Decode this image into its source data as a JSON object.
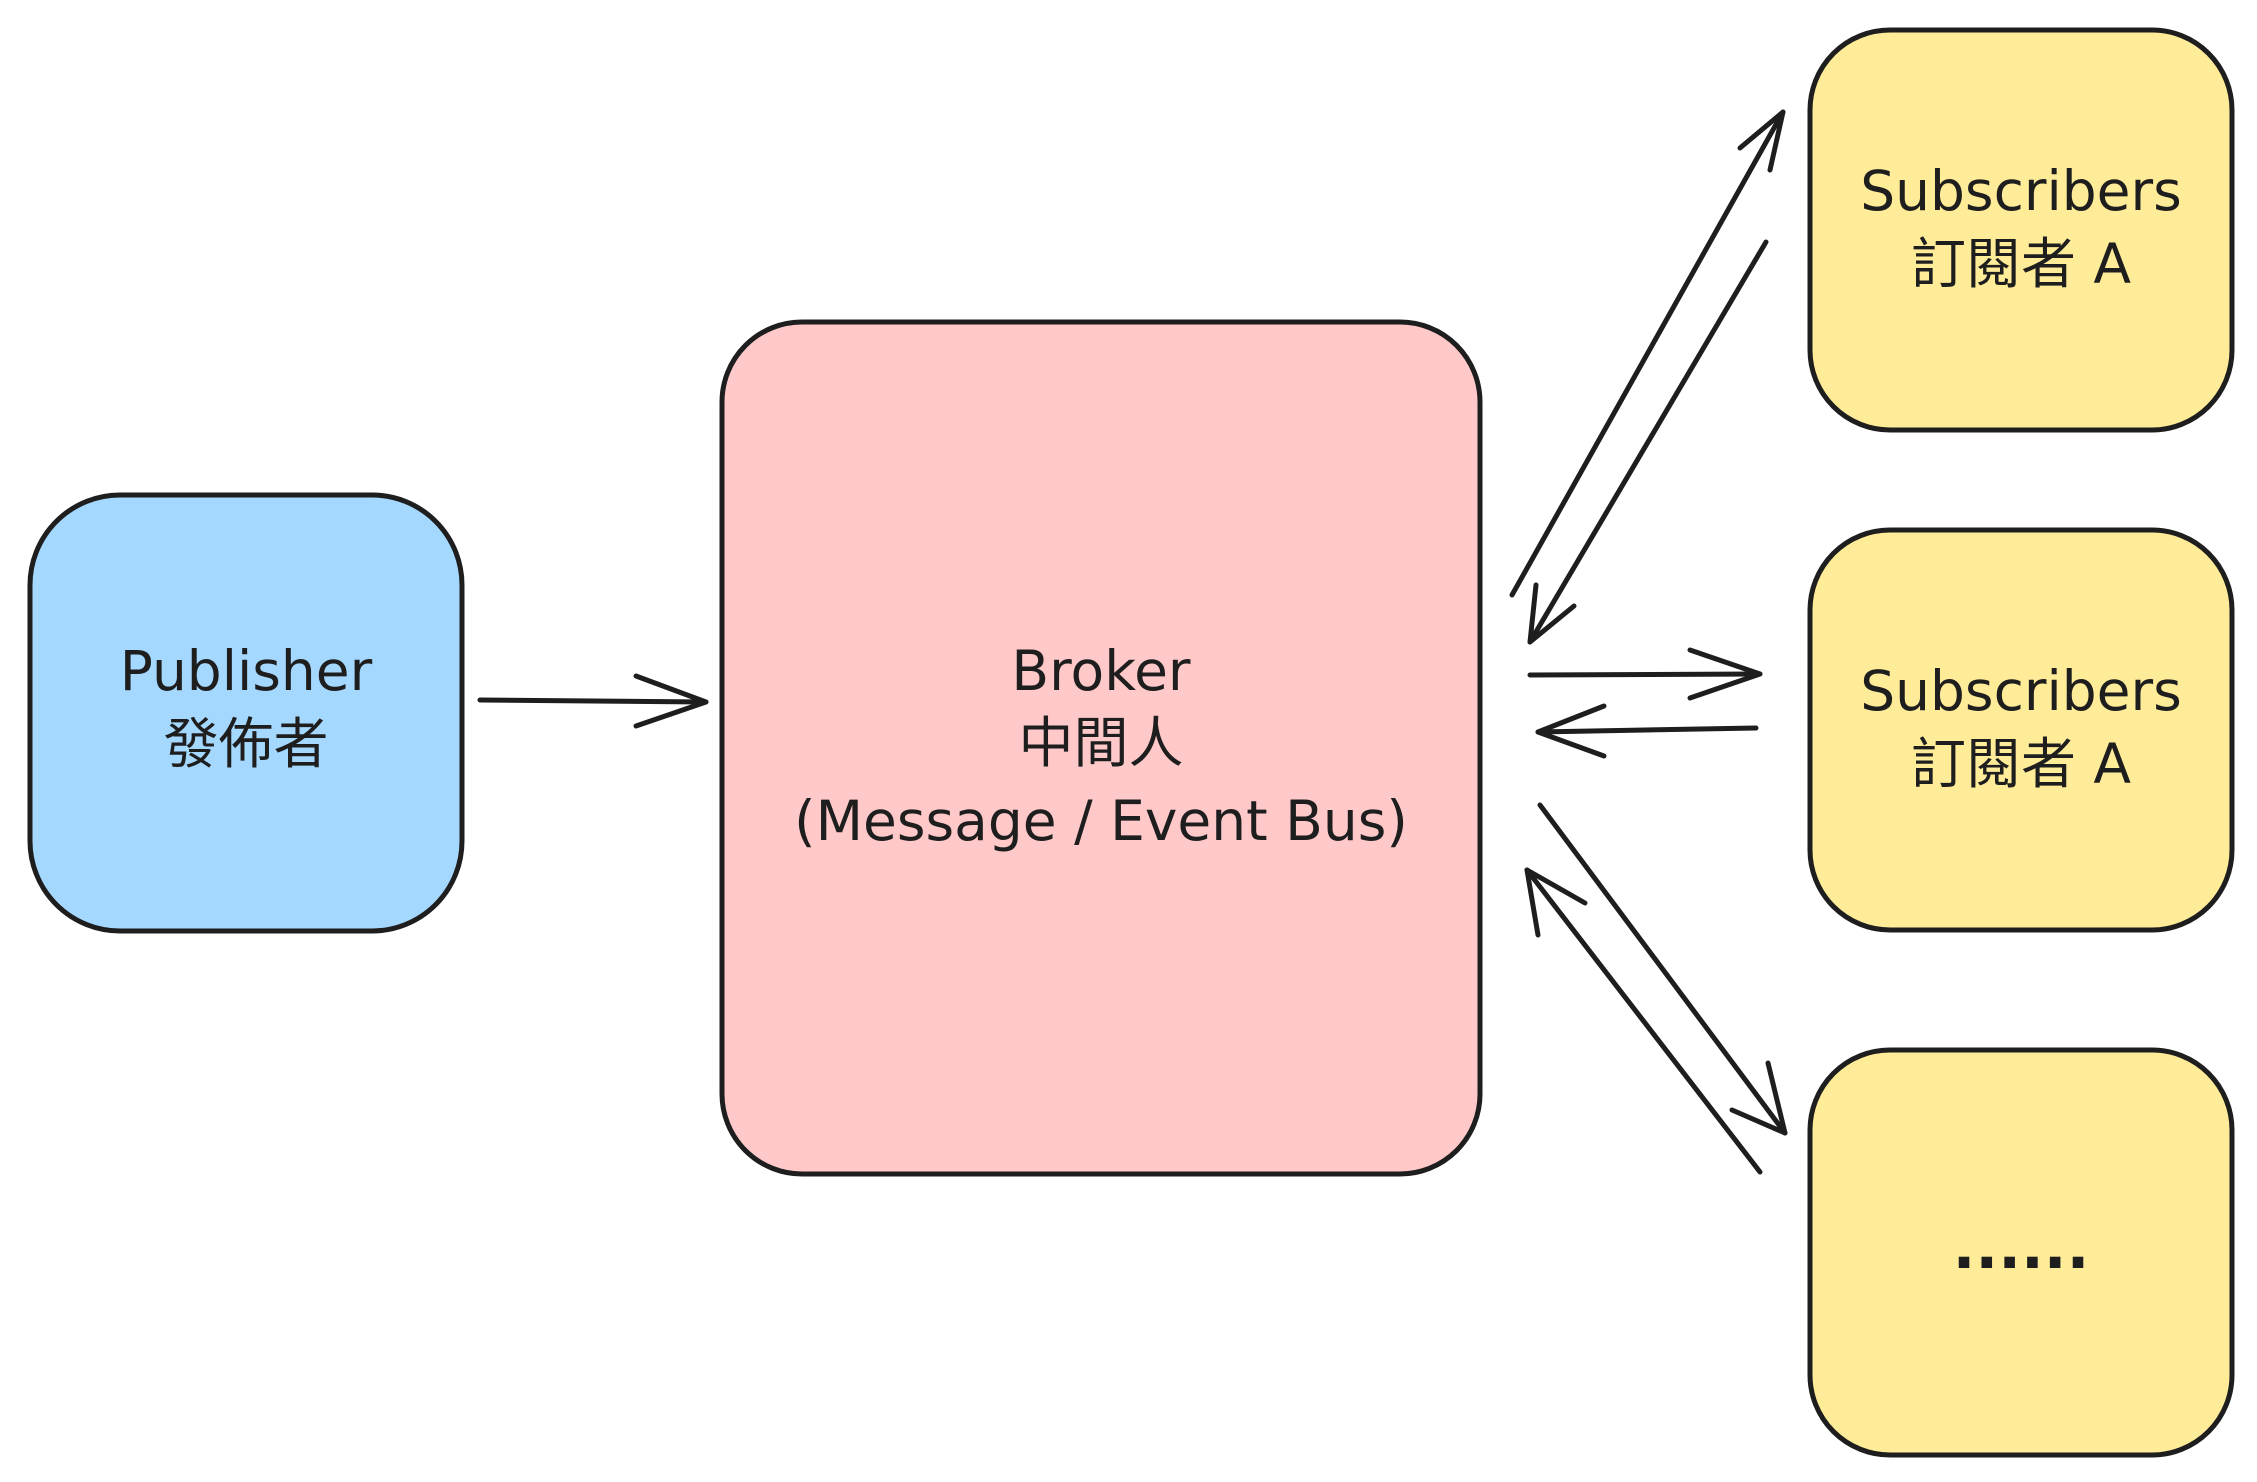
{
  "colors": {
    "publisher_fill": "#a5d8ff",
    "broker_fill": "#ffc9c9",
    "subscriber_fill": "#ffec99",
    "stroke": "#1e1e1e"
  },
  "publisher": {
    "title": "Publisher",
    "subtitle": "發佈者"
  },
  "broker": {
    "title": "Broker",
    "subtitle": "中間人",
    "detail": "(Message / Event Bus)"
  },
  "subscribers": [
    {
      "title": "Subscribers",
      "subtitle": "訂閱者 A"
    },
    {
      "title": "Subscribers",
      "subtitle": "訂閱者 A"
    },
    {
      "title": "......"
    }
  ]
}
